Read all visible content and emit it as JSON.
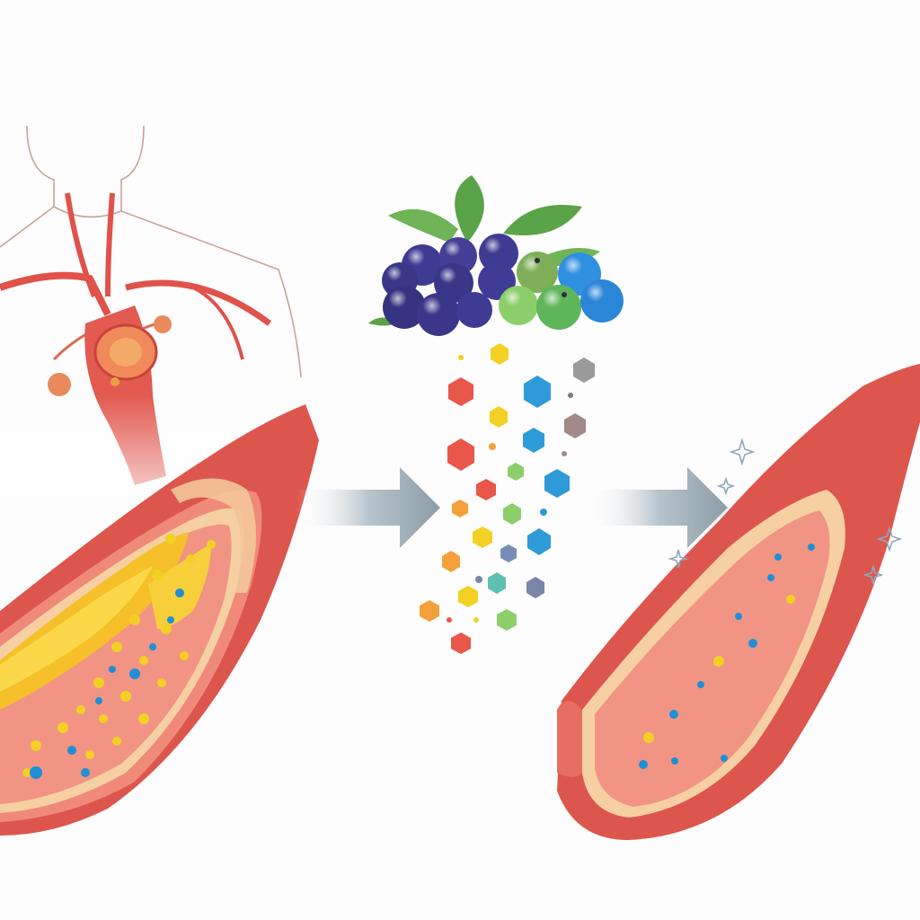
{
  "palette": {
    "vessel_outer": "#e35a52",
    "vessel_inner": "#f07f6e",
    "vessel_lumen": "#f6a596",
    "intima": "#f6d3a8",
    "plaque": "#f7c52a",
    "plaque_light": "#fde68a",
    "berry_dark": "#3d3a8c",
    "berry_blue": "#2f8fe0",
    "berry_green": "#8ccf6a",
    "leaf": "#5aa348",
    "arrow": "#a9b6bf",
    "particle_blue": "#1f8fd6",
    "particle_yellow": "#f2d024",
    "sparkle": "#8fa6bf"
  },
  "icons": {
    "body": "torso-outline-icon",
    "heart": "heart-icon",
    "berries": "berries-icon",
    "arrow": "arrow-right-icon",
    "sparkle": "sparkle-icon"
  },
  "panels": {
    "left": "clogged-artery",
    "middle": "berry-antioxidants",
    "right": "clear-artery"
  }
}
